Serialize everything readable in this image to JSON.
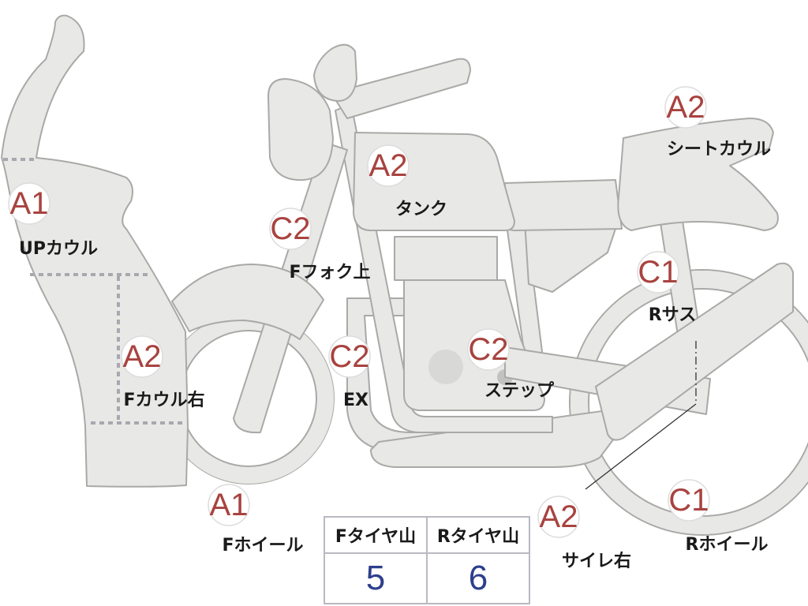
{
  "parts": [
    {
      "id": "up-cowl",
      "grade": "A1",
      "label": "UPカウル"
    },
    {
      "id": "f-cowl-right",
      "grade": "A2",
      "label": "Fカウル右"
    },
    {
      "id": "f-wheel",
      "grade": "A1",
      "label": "Fホイール"
    },
    {
      "id": "f-fork-upper",
      "grade": "C2",
      "label": "Fフォク上"
    },
    {
      "id": "exhaust",
      "grade": "C2",
      "label": "EX"
    },
    {
      "id": "tank",
      "grade": "A2",
      "label": "タンク"
    },
    {
      "id": "step",
      "grade": "C2",
      "label": "ステップ"
    },
    {
      "id": "seat-cowl",
      "grade": "A2",
      "label": "シートカウル"
    },
    {
      "id": "r-suspension",
      "grade": "C1",
      "label": "Rサス"
    },
    {
      "id": "r-wheel",
      "grade": "C1",
      "label": "Rホイール"
    },
    {
      "id": "silencer-right",
      "grade": "A2",
      "label": "サイレ右"
    }
  ],
  "tire_table": {
    "front_header": "Fタイヤ山",
    "rear_header": "Rタイヤ山",
    "front_value": "5",
    "rear_value": "6"
  },
  "colors": {
    "grade_text": "#a8433f",
    "tire_value_text": "#2d3f8c",
    "part_fill": "#e8e8e6"
  }
}
